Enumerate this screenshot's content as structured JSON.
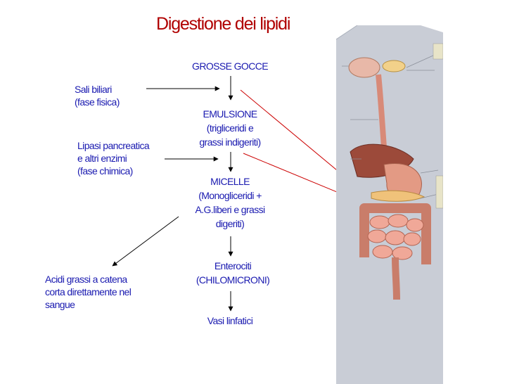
{
  "title": "Digestione dei lipidi",
  "flow": {
    "grosse_gocce": "GROSSE GOCCE",
    "emulsione": "EMULSIONE\n(trigliceridi e\ngrassi indigeriti)",
    "micelle": "MICELLE\n(Monogliceridi +\nA.G.liberi e grassi\ndigeriti)",
    "enterociti": "Enterociti\n(CHILOMICRONI)",
    "vasi_linfatici": "Vasi linfatici"
  },
  "side_notes": {
    "sali_biliari": "Sali biliari\n(fase fisica)",
    "lipasi": "Lipasi pancreatica\ne altri enzimi\n(fase chimica)",
    "acidi_grassi": "Acidi grassi a catena\ncorta direttamente nel\nsangue"
  },
  "colors": {
    "title": "#b00000",
    "text": "#1a1ab0",
    "arrow": "#000000",
    "pointer": "#cc0000",
    "skin": "#c9cdd6"
  },
  "illustration": "digestive-system-anatomy"
}
